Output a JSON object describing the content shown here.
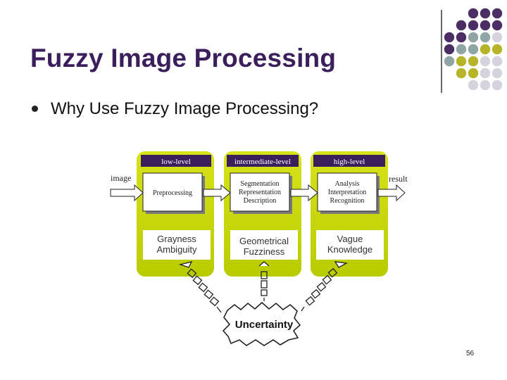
{
  "slide": {
    "title": "Fuzzy Image Processing",
    "bullet": "Why Use Fuzzy Image Processing?",
    "page_number": "56"
  },
  "diagram": {
    "input_label": "image",
    "output_label": "result",
    "levels": [
      {
        "header": "low-level",
        "process": [
          "Preprocessing"
        ],
        "uncertainty": [
          "Grayness",
          "Ambiguity"
        ]
      },
      {
        "header": "intermediate-level",
        "process": [
          "Segmentation",
          "Representation",
          "Description"
        ],
        "uncertainty": [
          "Geometrical",
          "Fuzziness"
        ]
      },
      {
        "header": "high-level",
        "process": [
          "Analysis",
          "Interpretation",
          "Recognition"
        ],
        "uncertainty": [
          "Vague",
          "Knowledge"
        ]
      }
    ],
    "source_label": "Uncertainty"
  },
  "colors": {
    "title": "#3a1f5c",
    "panel_green": "#c4d400",
    "panel_green_light": "#e4ee60",
    "header_purple": "#3a1f5c",
    "dot_purple": "#4b2e63",
    "dot_teal": "#8fa6a4",
    "dot_olive": "#b6b52a",
    "dot_lavender": "#d6d3de"
  },
  "decoration": {
    "dot_rows": [
      [
        "dot_purple",
        "dot_purple",
        "dot_purple"
      ],
      [
        "dot_purple",
        "dot_purple",
        "dot_purple",
        "dot_purple"
      ],
      [
        "dot_purple",
        "dot_purple",
        "dot_teal",
        "dot_teal",
        "dot_lavender"
      ],
      [
        "dot_purple",
        "dot_teal",
        "dot_teal",
        "dot_olive",
        "dot_olive"
      ],
      [
        "dot_teal",
        "dot_olive",
        "dot_olive",
        "dot_lavender",
        "dot_lavender"
      ],
      [
        "dot_olive",
        "dot_olive",
        "dot_lavender",
        "dot_lavender"
      ],
      [
        "dot_lavender",
        "dot_lavender",
        "dot_lavender"
      ]
    ]
  }
}
